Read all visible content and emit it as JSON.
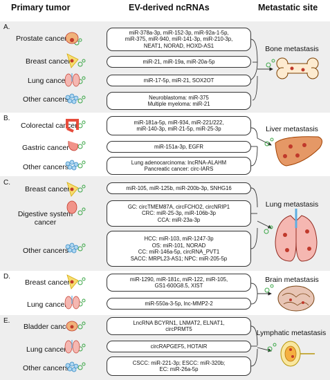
{
  "headers": {
    "primary": "Primary tumor",
    "ev": "EV-derived ncRNAs",
    "site": "Metastatic site"
  },
  "sections": [
    {
      "letter": "A.",
      "site": "Bone metastasis",
      "rows": [
        {
          "tumor": "Prostate cancer",
          "lines": [
            "miR-378a-3p, miR-152-3p, miR-92a-1-5p,",
            "miR-375, miR-940, miR-141-3p, miR-210-3p,",
            "NEAT1, NORAD, HOXD-AS1"
          ]
        },
        {
          "tumor": "Breast cancer",
          "lines": [
            "miR-21, miR-19a, miR-20a-5p"
          ]
        },
        {
          "tumor": "Lung cancer",
          "lines": [
            "miR-17-5p, miR-21, SOX2OT"
          ]
        },
        {
          "tumor": "Other cancers",
          "lines": [
            "Neuroblastoma: miR-375",
            "Multiple myeloma: miR-21"
          ]
        }
      ]
    },
    {
      "letter": "B.",
      "site": "Liver metastasis",
      "rows": [
        {
          "tumor": "Colorectal cancer",
          "lines": [
            "miR-181a-5p, miR-934, miR-221/222,",
            "miR-140-3p, miR-21-5p, miR-25-3p"
          ]
        },
        {
          "tumor": "Gastric cancer",
          "lines": [
            "miR-151a-3p, EGFR"
          ]
        },
        {
          "tumor": "Other cancers",
          "lines": [
            "Lung adenocarcinoma: lncRNA-ALAHM",
            "Pancreatic cancer: circ-IARS"
          ]
        }
      ]
    },
    {
      "letter": "C.",
      "site": "Lung metastasis",
      "rows": [
        {
          "tumor": "Breast cancer",
          "lines": [
            "miR-105, miR-125b, miR-200b-3p, SNHG16"
          ]
        },
        {
          "tumor": "Digestive system cancer",
          "lines": [
            "GC: circTMEM87A, circFCHO2, circNRIP1",
            "CRC: miR-25-3p, miR-106b-3p",
            "CCA: miR-23a-3p"
          ]
        },
        {
          "tumor": "Other cancers",
          "lines": [
            "HCC: miR-103, miR-1247-3p",
            "OS: miR-101, NORAD",
            "CC: miR-146a-5p, circRNA_PVT1",
            "SACC: MRPL23-AS1; NPC: miR-205-5p"
          ]
        }
      ]
    },
    {
      "letter": "D.",
      "site": "Brain metastasis",
      "rows": [
        {
          "tumor": "Breast cancer",
          "lines": [
            "miR-1290, miR-181c, miR-122, miR-105,",
            "GS1-600G8.5, XIST"
          ]
        },
        {
          "tumor": "Lung cancer",
          "lines": [
            "miR-550a-3-5p, lnc-MMP2-2"
          ]
        }
      ]
    },
    {
      "letter": "E.",
      "site": "Lymphatic metastasis",
      "rows": [
        {
          "tumor": "Bladder cancer",
          "lines": [
            "LncRNA BCYRN1, LNMAT2, ELNAT1,",
            "circPRMT5"
          ]
        },
        {
          "tumor": "Lung cancer",
          "lines": [
            "circRAPGEF5, HOTAIR"
          ]
        },
        {
          "tumor": "Other cancers",
          "lines": [
            "CSCC: miR-221-3p; ESCC: miR-320b;",
            "EC: miR-26a-5p"
          ]
        }
      ]
    }
  ]
}
